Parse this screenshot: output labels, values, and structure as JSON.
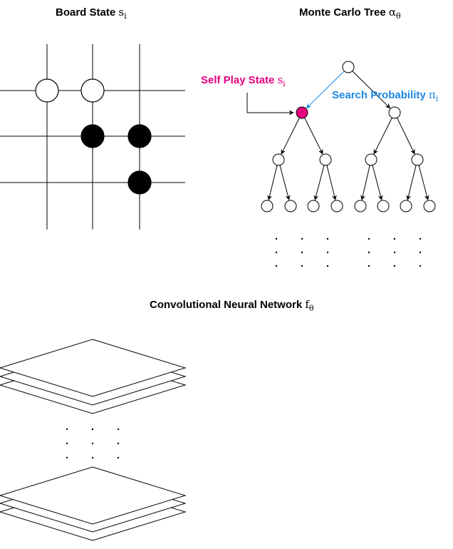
{
  "titles": {
    "board": {
      "main": "Board State ",
      "sub": "s",
      "subscript": "i"
    },
    "tree": {
      "main": "Monte Carlo Tree ",
      "sub": "α",
      "subscript": "θ"
    },
    "cnn": {
      "main": "Convolutional Neural Network ",
      "sub": "f",
      "subscript": "θ"
    }
  },
  "annotations": {
    "self_play": {
      "main": "Self Play State ",
      "sub": "s",
      "subscript": "i",
      "color": "#e6007e"
    },
    "search_prob": {
      "main": "Search Probability ",
      "sub": "π",
      "subscript": "i",
      "color": "#1e88e5"
    }
  },
  "board": {
    "white_stones": [
      [
        1,
        0
      ],
      [
        2,
        0
      ]
    ],
    "black_stones": [
      [
        2,
        1
      ],
      [
        3,
        1
      ],
      [
        3,
        2
      ]
    ]
  },
  "tree": {
    "highlight_color": "#e6007e",
    "edge_color_blue": "#1e88e5"
  },
  "colors": {
    "black": "#000000",
    "white": "#ffffff"
  }
}
